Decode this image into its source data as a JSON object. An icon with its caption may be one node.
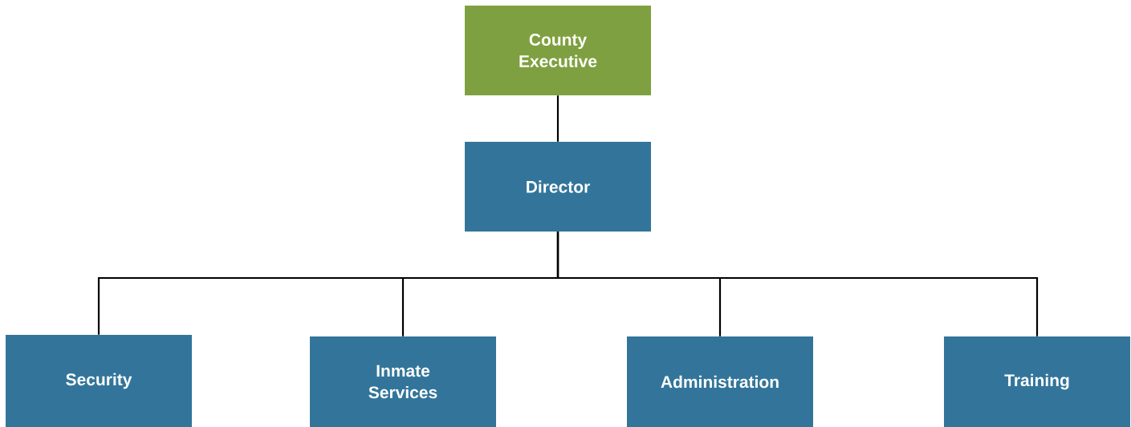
{
  "diagram": {
    "nodes": [
      {
        "text": [
          "County Executive"
        ]
      },
      {
        "text": [
          "Director"
        ]
      },
      {
        "text": [
          "Security"
        ]
      },
      {
        "text": [
          "Inmate Services"
        ]
      },
      {
        "text": [
          "Administration"
        ]
      },
      {
        "text": [
          "Training"
        ]
      }
    ],
    "edges": [
      {
        "from": 0,
        "to": 1,
        "arrow": "none"
      },
      {
        "from": 1,
        "to": 2,
        "arrow": "none"
      },
      {
        "from": 1,
        "to": 3,
        "arrow": "none"
      },
      {
        "from": 1,
        "to": 4,
        "arrow": "none"
      },
      {
        "from": 1,
        "to": 5,
        "arrow": "none"
      }
    ]
  }
}
